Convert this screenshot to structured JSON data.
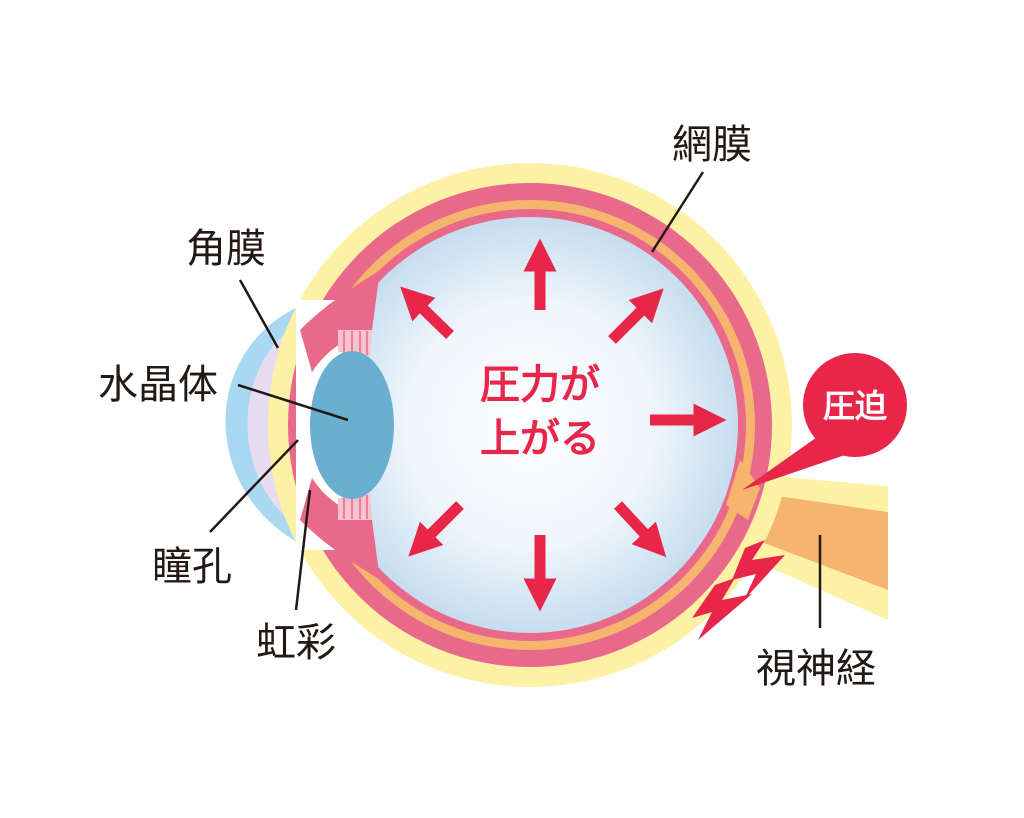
{
  "labels": {
    "retina": "網膜",
    "cornea": "角膜",
    "lens": "水晶体",
    "pupil": "瞳孔",
    "iris": "虹彩",
    "optic_nerve": "視神経"
  },
  "center_text": {
    "line1": "圧力が",
    "line2": "上がる"
  },
  "bubble_text": "圧迫",
  "colors": {
    "outer_layer": "#fdf1a6",
    "sclera_pink": "#e9698a",
    "retina_orange": "#f5b56f",
    "vitreous_light": "#ffffff",
    "vitreous_edge": "#c9dff0",
    "cornea": "#a9d8f2",
    "aqueous": "#e8dcf0",
    "lens": "#6aafcf",
    "accent_red": "#e8264a",
    "text": "#231815"
  }
}
